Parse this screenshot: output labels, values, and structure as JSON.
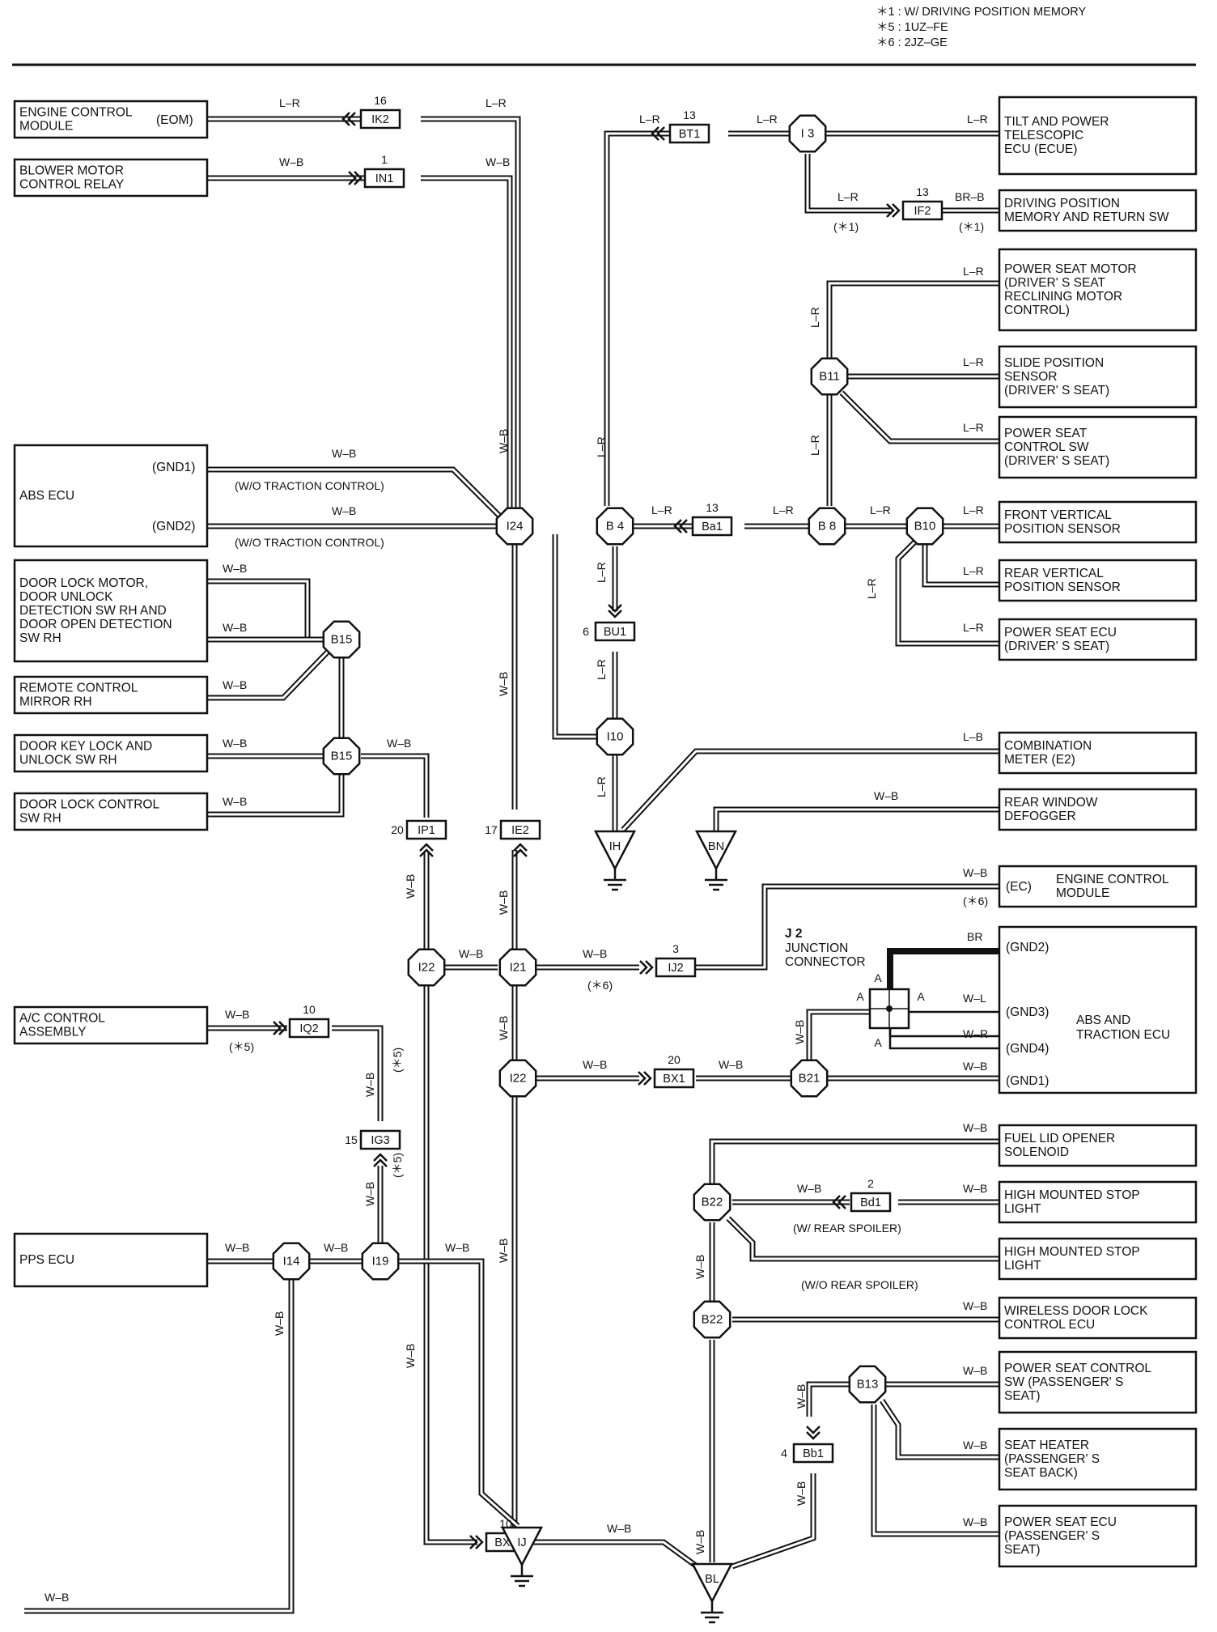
{
  "notes": [
    "＊1 : W/ DRIVING POSITION MEMORY",
    "＊5 : 1UZ–FE",
    "＊6 : 2JZ–GE"
  ],
  "components": [
    {
      "id": "ecm",
      "lines": [
        "ENGINE CONTROL",
        "MODULE"
      ],
      "extra": "(EOM)"
    },
    {
      "id": "blower",
      "lines": [
        "BLOWER MOTOR",
        "CONTROL RELAY"
      ]
    },
    {
      "id": "abs",
      "lines": [
        "ABS ECU"
      ],
      "pins": [
        "(GND1)",
        "(GND2)"
      ]
    },
    {
      "id": "doorlockmotor",
      "lines": [
        "DOOR LOCK MOTOR,",
        "DOOR UNLOCK",
        "DETECTION SW RH AND",
        "DOOR OPEN DETECTION",
        "SW RH"
      ]
    },
    {
      "id": "mirror",
      "lines": [
        "REMOTE CONTROL",
        "MIRROR RH"
      ]
    },
    {
      "id": "doorkey",
      "lines": [
        "DOOR KEY LOCK AND",
        "UNLOCK SW RH"
      ]
    },
    {
      "id": "doorlockctrl",
      "lines": [
        "DOOR LOCK CONTROL",
        "SW RH"
      ]
    },
    {
      "id": "ac",
      "lines": [
        "A/C CONTROL",
        "ASSEMBLY"
      ]
    },
    {
      "id": "pps",
      "lines": [
        "PPS ECU"
      ]
    },
    {
      "id": "tilt",
      "lines": [
        "TILT AND POWER",
        "TELESCOPIC",
        "ECU (ECUE)"
      ]
    },
    {
      "id": "drivingpos",
      "lines": [
        "DRIVING POSITION",
        "MEMORY AND RETURN SW"
      ]
    },
    {
      "id": "seatmotor",
      "lines": [
        "POWER SEAT MOTOR",
        "(DRIVER' S SEAT",
        "RECLINING MOTOR",
        "CONTROL)"
      ]
    },
    {
      "id": "slide",
      "lines": [
        "SLIDE POSITION",
        "SENSOR",
        "(DRIVER' S SEAT)"
      ]
    },
    {
      "id": "seatsw",
      "lines": [
        "POWER SEAT",
        "CONTROL SW",
        "(DRIVER' S SEAT)"
      ]
    },
    {
      "id": "frontvert",
      "lines": [
        "FRONT VERTICAL",
        "POSITION SENSOR"
      ]
    },
    {
      "id": "rearvert",
      "lines": [
        "REAR VERTICAL",
        "POSITION SENSOR"
      ]
    },
    {
      "id": "seatecu",
      "lines": [
        "POWER SEAT ECU",
        "(DRIVER' S SEAT)"
      ]
    },
    {
      "id": "combo",
      "lines": [
        "COMBINATION",
        "METER (E2)"
      ]
    },
    {
      "id": "defog",
      "lines": [
        "REAR WINDOW",
        "DEFOGGER"
      ]
    },
    {
      "id": "ecm2",
      "lines": [
        "ENGINE CONTROL",
        "MODULE"
      ],
      "extra": "(EC)"
    },
    {
      "id": "abstrac",
      "lines": [
        "ABS AND",
        "TRACTION ECU"
      ],
      "pins": [
        "(GND2)",
        "(GND3)",
        "(GND4)",
        "(GND1)"
      ]
    },
    {
      "id": "fuellid",
      "lines": [
        "FUEL LID OPENER",
        "SOLENOID"
      ]
    },
    {
      "id": "stop1",
      "lines": [
        "HIGH MOUNTED STOP",
        "LIGHT"
      ]
    },
    {
      "id": "stop2",
      "lines": [
        "HIGH MOUNTED STOP",
        "LIGHT"
      ]
    },
    {
      "id": "wireless",
      "lines": [
        "WIRELESS DOOR LOCK",
        "CONTROL ECU"
      ]
    },
    {
      "id": "pseatsw",
      "lines": [
        "POWER SEAT CONTROL",
        "SW (PASSENGER' S",
        "SEAT)"
      ]
    },
    {
      "id": "heater",
      "lines": [
        "SEAT HEATER",
        "(PASSENGER' S",
        "SEAT BACK)"
      ]
    },
    {
      "id": "pseatecu",
      "lines": [
        "POWER SEAT ECU",
        "(PASSENGER' S",
        "SEAT)"
      ]
    }
  ],
  "junction_connector": {
    "title": "J 2",
    "lines": [
      "JUNCTION",
      "CONNECTOR"
    ],
    "pin": "A"
  },
  "connectors": {
    "IK2": {
      "label": "IK2",
      "pin": "16"
    },
    "IN1": {
      "label": "IN1",
      "pin": "1"
    },
    "BT1": {
      "label": "BT1",
      "pin": "13"
    },
    "IF2": {
      "label": "IF2",
      "pin": "13"
    },
    "Ba1": {
      "label": "Ba1",
      "pin": "13"
    },
    "BU1": {
      "label": "BU1",
      "pin": "6"
    },
    "IP1": {
      "label": "IP1",
      "pin": "20"
    },
    "IE2": {
      "label": "IE2",
      "pin": "17"
    },
    "IJ2": {
      "label": "IJ2",
      "pin": "3"
    },
    "IQ2": {
      "label": "IQ2",
      "pin": "10"
    },
    "BX1a": {
      "label": "BX1",
      "pin": "20"
    },
    "IG3": {
      "label": "IG3",
      "pin": "15"
    },
    "Bd1": {
      "label": "Bd1",
      "pin": "2"
    },
    "Bb1": {
      "label": "Bb1",
      "pin": "4"
    },
    "BX1b": {
      "label": "BX1",
      "pin": "10"
    }
  },
  "splices": {
    "I3": "I 3",
    "B11": "B11",
    "B4": "B 4",
    "B8": "B 8",
    "B10": "B10",
    "I24": "I24",
    "B15a": "B15",
    "B15b": "B15",
    "I10": "I10",
    "I22a": "I22",
    "I21": "I21",
    "I22b": "I22",
    "B21": "B21",
    "I14": "I14",
    "I19": "I19",
    "B22a": "B22",
    "B22b": "B22",
    "B13": "B13"
  },
  "grounds": {
    "IH": "IH",
    "BN": "BN",
    "IJ": "IJ",
    "BL": "BL"
  },
  "wire_colors": {
    "LR": "L–R",
    "WB": "W–B",
    "LB": "L–B",
    "BRB": "BR–B",
    "BR": "BR",
    "WL": "W–L",
    "WR": "W–R"
  },
  "conditions": {
    "wo_traction": "(W/O TRACTION CONTROL)",
    "n1": "(＊1)",
    "n5": "(＊5)",
    "n6": "(＊6)",
    "w_spoiler": "(W/ REAR SPOILER)",
    "wo_spoiler": "(W/O REAR SPOILER)"
  }
}
